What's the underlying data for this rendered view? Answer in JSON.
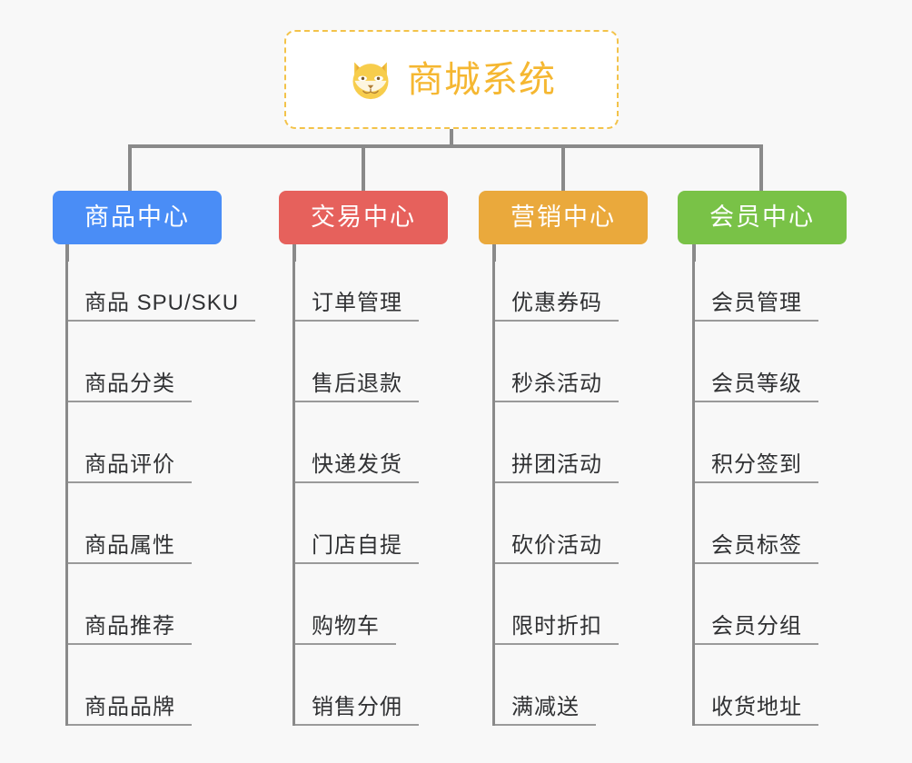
{
  "page": {
    "background": "#f8f8f8",
    "type": "mind-map"
  },
  "root": {
    "title": "商城系统",
    "icon": "shiba-dog-icon",
    "border_color": "#f3c34a",
    "text_color": "#f5b731",
    "background": "#ffffff"
  },
  "connector": {
    "color": "#8a8a8a"
  },
  "columns": [
    {
      "title": "商品中心",
      "color": "#4a8df6",
      "items": [
        "商品 SPU/SKU",
        "商品分类",
        "商品评价",
        "商品属性",
        "商品推荐",
        "商品品牌"
      ]
    },
    {
      "title": "交易中心",
      "color": "#e6615c",
      "items": [
        "订单管理",
        "售后退款",
        "快递发货",
        "门店自提",
        "购物车",
        "销售分佣"
      ]
    },
    {
      "title": "营销中心",
      "color": "#eaa93c",
      "items": [
        "优惠券码",
        "秒杀活动",
        "拼团活动",
        "砍价活动",
        "限时折扣",
        "满减送"
      ]
    },
    {
      "title": "会员中心",
      "color": "#79c247",
      "items": [
        "会员管理",
        "会员等级",
        "积分签到",
        "会员标签",
        "会员分组",
        "收货地址"
      ]
    }
  ]
}
